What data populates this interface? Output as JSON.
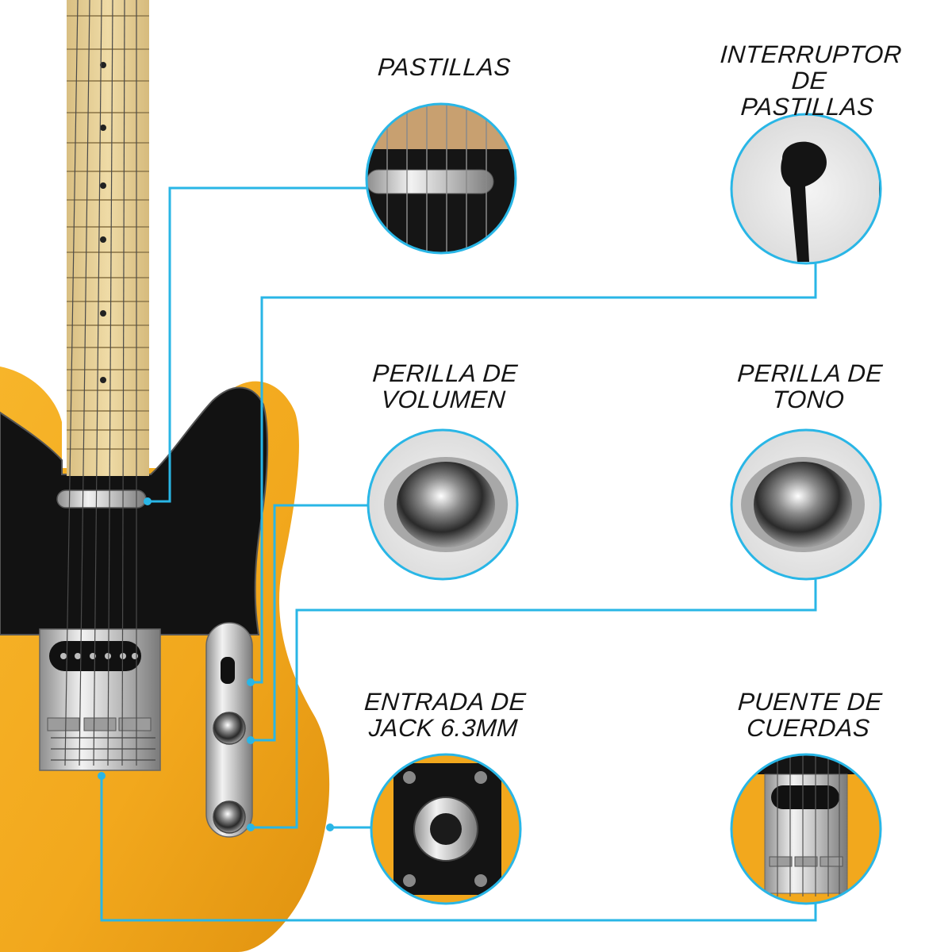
{
  "labels": {
    "pastillas": [
      "PASTILLAS"
    ],
    "interruptor": [
      "INTERRUPTOR DE",
      "PASTILLAS"
    ],
    "volumen": [
      "PERILLA DE",
      "VOLUMEN"
    ],
    "tono": [
      "PERILLA DE",
      "TONO"
    ],
    "jack": [
      "ENTRADA DE",
      "JACK 6.3MM"
    ],
    "puente": [
      "PUENTE DE",
      "CUERDAS"
    ]
  },
  "colors": {
    "accent": "#29b6e6",
    "body": "#f2a81d",
    "pickguard": "#121212",
    "maple": "#e8d29a",
    "chrome": "#c9c9c9",
    "text": "#151515"
  }
}
